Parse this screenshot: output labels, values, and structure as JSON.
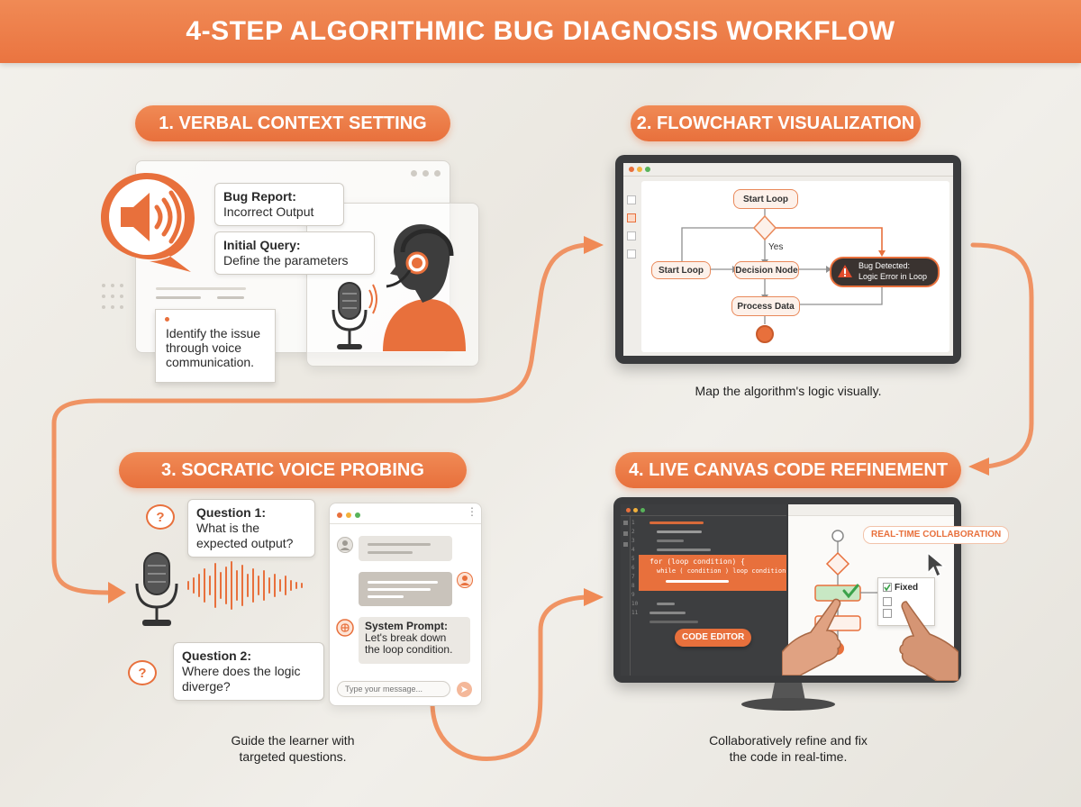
{
  "header": {
    "title": "4-STEP ALGORITHMIC BUG DIAGNOSIS WORKFLOW"
  },
  "steps": [
    {
      "title": "1. Verbal Context Setting",
      "caption": ""
    },
    {
      "title": "2. Flowchart Visualization",
      "caption": "Map the algorithm's logic visually."
    },
    {
      "title": "3. Socratic Voice Probing",
      "caption": "Guide the learner with targeted questions."
    },
    {
      "title": "4. Live Canvas Code Refinement",
      "caption": "Collaboratively refine and fix the code in real-time."
    }
  ],
  "step1": {
    "bug_report_label": "Bug Report:",
    "bug_report_text": "Incorrect Output",
    "initial_query_label": "Initial Query:",
    "initial_query_text": "Define the parameters",
    "note": "Identify the issue through voice communication."
  },
  "step2": {
    "nodes": {
      "start_loop_top": "Start Loop",
      "start_loop_left": "Start Loop",
      "decision": "Decision Node",
      "process": "Process Data",
      "yes": "Yes",
      "bug_line1": "Bug Detected:",
      "bug_line2": "Logic Error in Loop"
    }
  },
  "step3": {
    "q1_label": "Question 1:",
    "q1_text": "What is the expected output?",
    "q2_label": "Question 2:",
    "q2_text": "Where does the logic diverge?",
    "system_label": "System Prompt:",
    "system_text": "Let's break down the loop condition.",
    "input_placeholder": "Type your message..."
  },
  "step4": {
    "code_line1": "for (loop condition) {",
    "code_line2": "while ( condition ) loop condition) {",
    "code_editor_label": "CODE EDITOR",
    "collab_label": "REAL-TIME COLLABORATION",
    "fixed_label": "Fixed",
    "line_numbers": [
      "1",
      "2",
      "3",
      "4",
      "5",
      "6",
      "7",
      "8",
      "9",
      "10",
      "11"
    ]
  },
  "colors": {
    "accent": "#e8703c",
    "dark": "#3a3b3d",
    "error": "#3a3330"
  }
}
